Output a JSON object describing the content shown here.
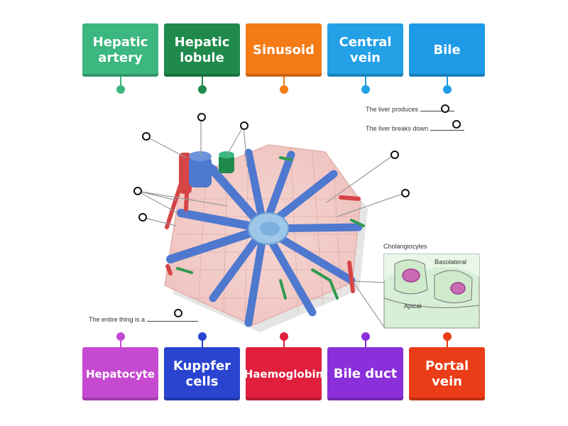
{
  "top_tiles": [
    {
      "label": "Hepatic artery",
      "color": "#3cb77f"
    },
    {
      "label": "Hepatic lobule",
      "color": "#1f8a4c"
    },
    {
      "label": "Sinusoid",
      "color": "#f47b16"
    },
    {
      "label": "Central vein",
      "color": "#23a0e6"
    },
    {
      "label": "Bile",
      "color": "#1f9ae6"
    }
  ],
  "bottom_tiles": [
    {
      "label": "Hepatocyte",
      "color": "#c54ad1"
    },
    {
      "label": "Kuppfer cells",
      "color": "#2a44d0"
    },
    {
      "label": "Haemoglobin",
      "color": "#e01f3d"
    },
    {
      "label": "Bile duct",
      "color": "#8a2fd9"
    },
    {
      "label": "Portal vein",
      "color": "#ea3c16"
    }
  ],
  "sentences": {
    "produces": "The liver produces",
    "breaks_down": "The liver breaks down",
    "entire": "The entire thing is a"
  },
  "inset": {
    "title": "Cholangiocytes",
    "basolateral": "Basolateral",
    "apical": "Apical"
  }
}
